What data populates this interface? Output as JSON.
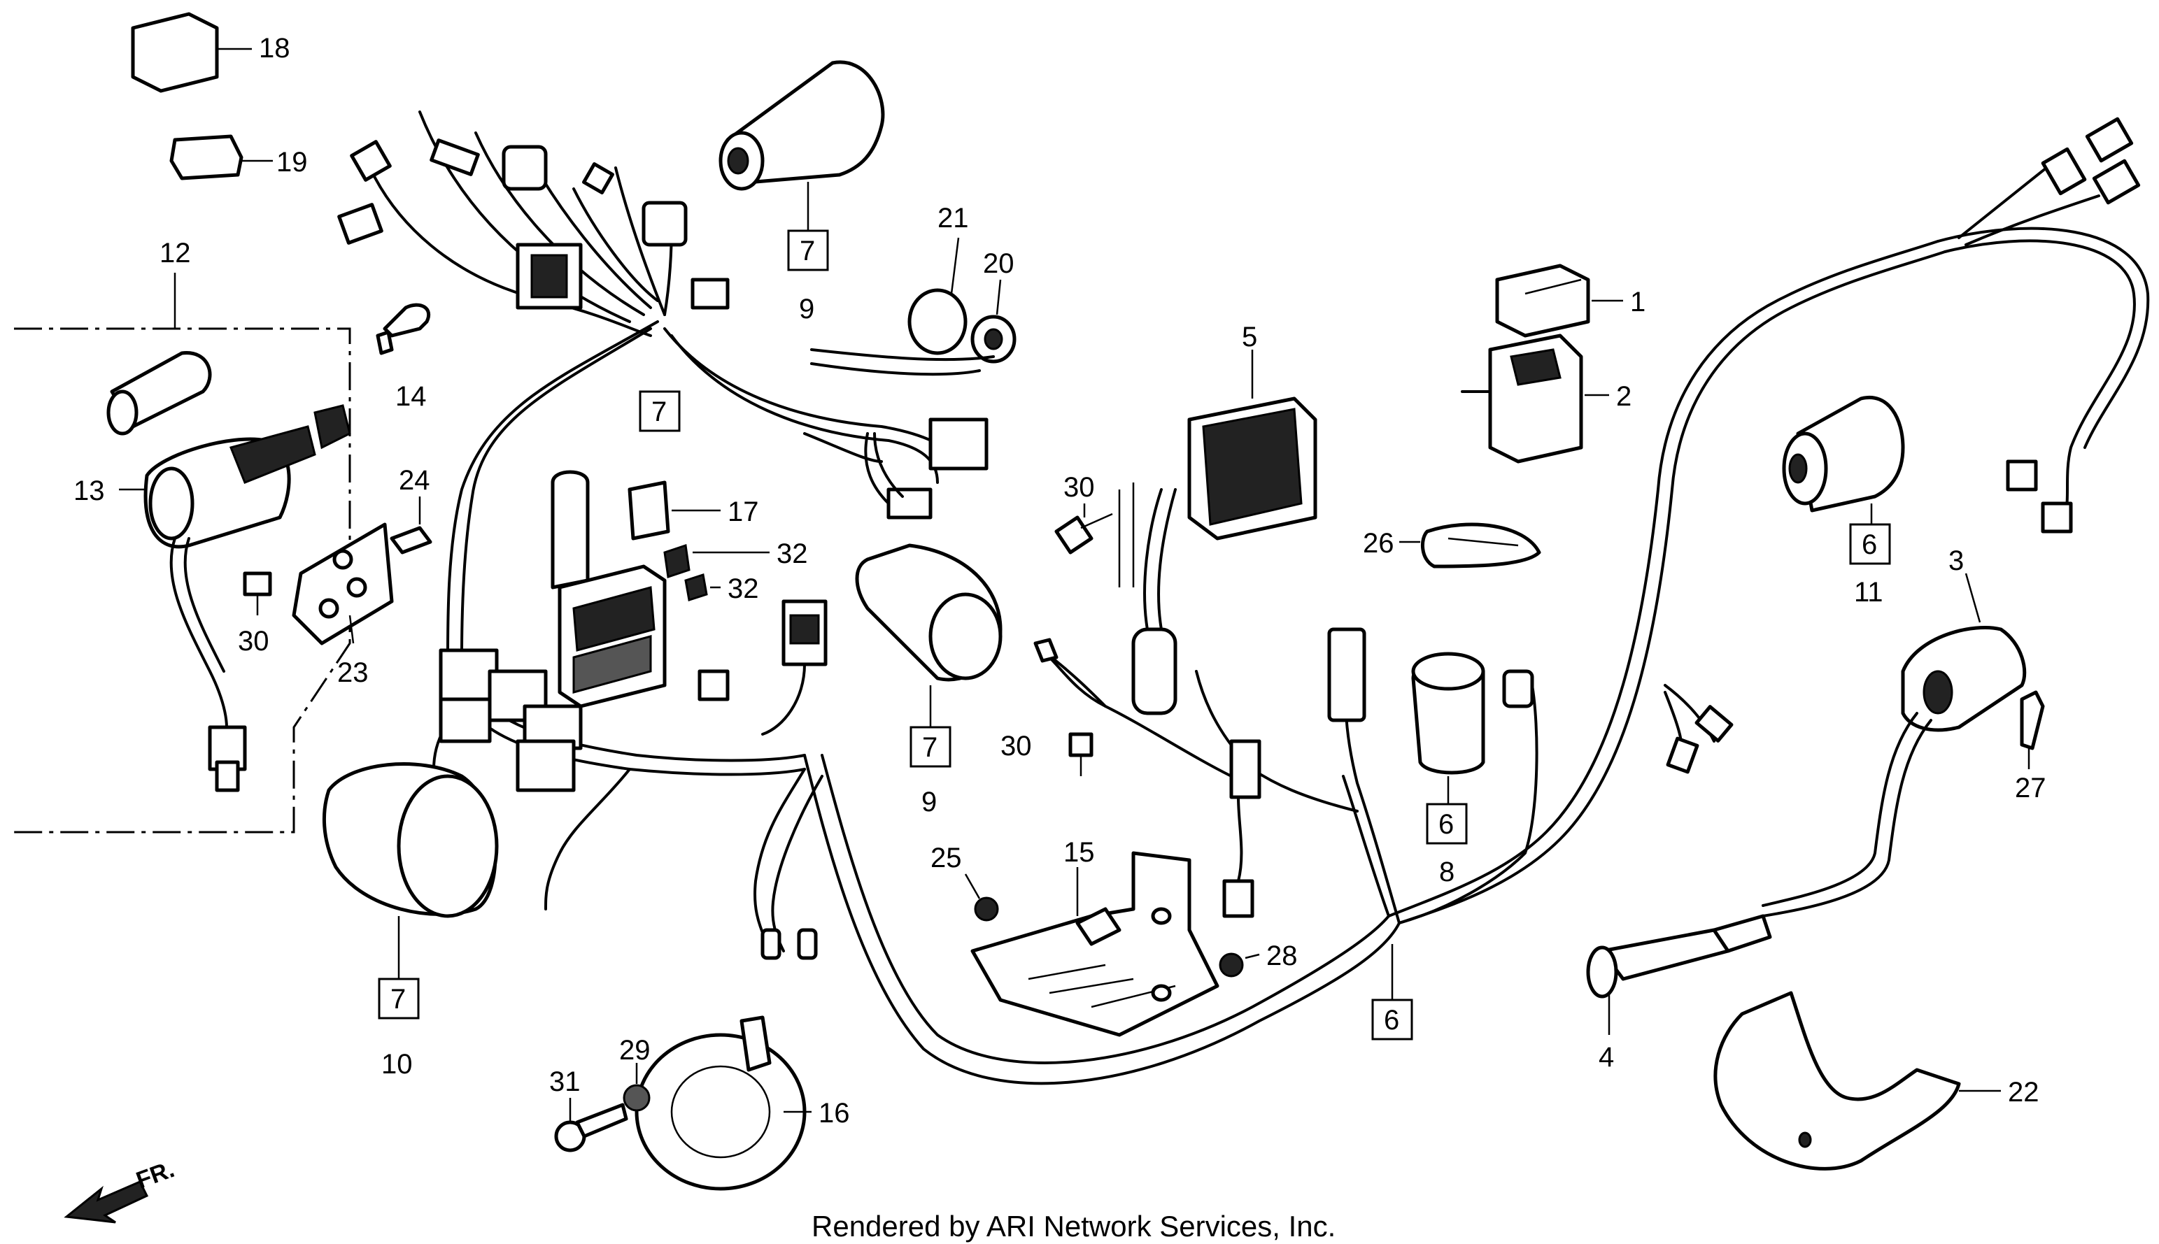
{
  "callouts": {
    "c1": "1",
    "c2": "2",
    "c3": "3",
    "c4": "4",
    "c5": "5",
    "c6a": "6",
    "c6b": "6",
    "c6c": "6",
    "c7a": "7",
    "c7b": "7",
    "c7c": "7",
    "c7d": "7",
    "c8": "8",
    "c9a": "9",
    "c9b": "9",
    "c10": "10",
    "c11": "11",
    "c12": "12",
    "c13": "13",
    "c14": "14",
    "c15": "15",
    "c16": "16",
    "c17": "17",
    "c18": "18",
    "c19": "19",
    "c20": "20",
    "c21": "21",
    "c22": "22",
    "c23": "23",
    "c24": "24",
    "c25": "25",
    "c26": "26",
    "c27": "27",
    "c28": "28",
    "c29": "29",
    "c30a": "30",
    "c30b": "30",
    "c30c": "30",
    "c31": "31",
    "c32a": "32",
    "c32b": "32"
  },
  "direction_label": "FR.",
  "credit": "Rendered by ARI Network Services, Inc."
}
